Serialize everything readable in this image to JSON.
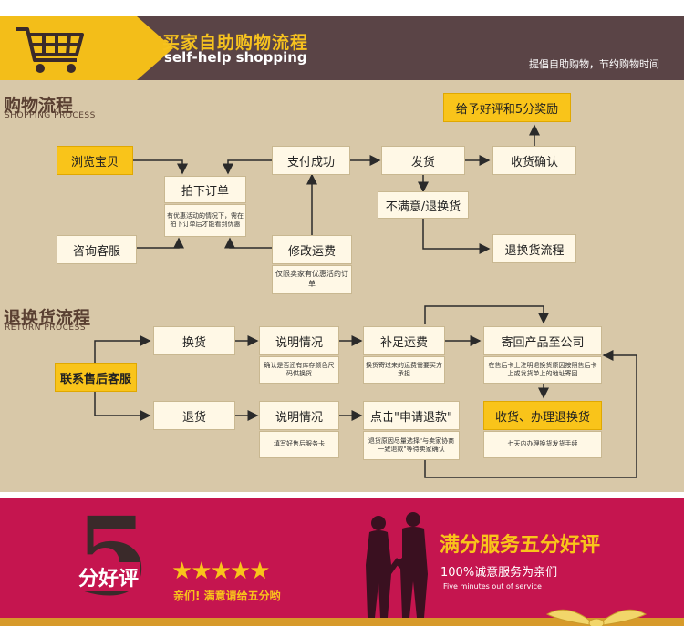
{
  "header": {
    "title": "买家自助购物流程",
    "subtitle": "self-help shopping",
    "right_text": "提倡自助购物，节约购物时间",
    "icon": "shopping-cart-icon"
  },
  "shopping": {
    "title": "购物流程",
    "subtitle": "SHOPPING PROCESS",
    "browse": "浏览宝贝",
    "order": "拍下订单",
    "order_note": "有优惠活动的情况下，需在拍下订单后才能看到优惠",
    "consult": "咨询客服",
    "paid": "支付成功",
    "modify": "修改运费",
    "modify_note": "仅限卖家有优惠活的订单",
    "ship": "发货",
    "unhappy": "不满意/退换货",
    "confirm": "收货确认",
    "reward": "给予好评和5分奖励",
    "return_flow": "退换货流程"
  },
  "returns": {
    "title": "退换货流程",
    "subtitle": "RETURN PROCESS",
    "contact": "联系售后客服",
    "exchange": "换货",
    "refund": "退货",
    "explain1": "说明情况",
    "explain1_note": "确认是否还有库存颜色尺码供换货",
    "explain2": "说明情况",
    "explain2_note": "填写好售后服务卡",
    "shipping_fee": "补足运费",
    "shipping_fee_note": "换货寄过来的运费需要买方承担",
    "apply_refund": "点击\"申请退款\"",
    "apply_refund_note": "退货原因尽量选择\"与卖家协商一致退款\"等待卖家确认",
    "send_back": "寄回产品至公司",
    "send_back_note": "在售后卡上注明退换货原因按照售后卡上或发货单上的地址寄回",
    "receive": "收货、办理退换货",
    "receive_note": "七天内办理换货发货手续"
  },
  "banner": {
    "five": "5",
    "fen_haoping": "分好评",
    "stars": "★★★★★",
    "ask": "亲们! 满意请给五分哟",
    "title": "满分服务五分好评",
    "sub": "100%诚意服务为亲们",
    "five_min": "Five minutes out of service"
  },
  "colors": {
    "header_bg": "#5a4446",
    "accent_yellow": "#f3be19",
    "main_bg": "#d8c8a8",
    "banner_red": "#c5154f"
  }
}
